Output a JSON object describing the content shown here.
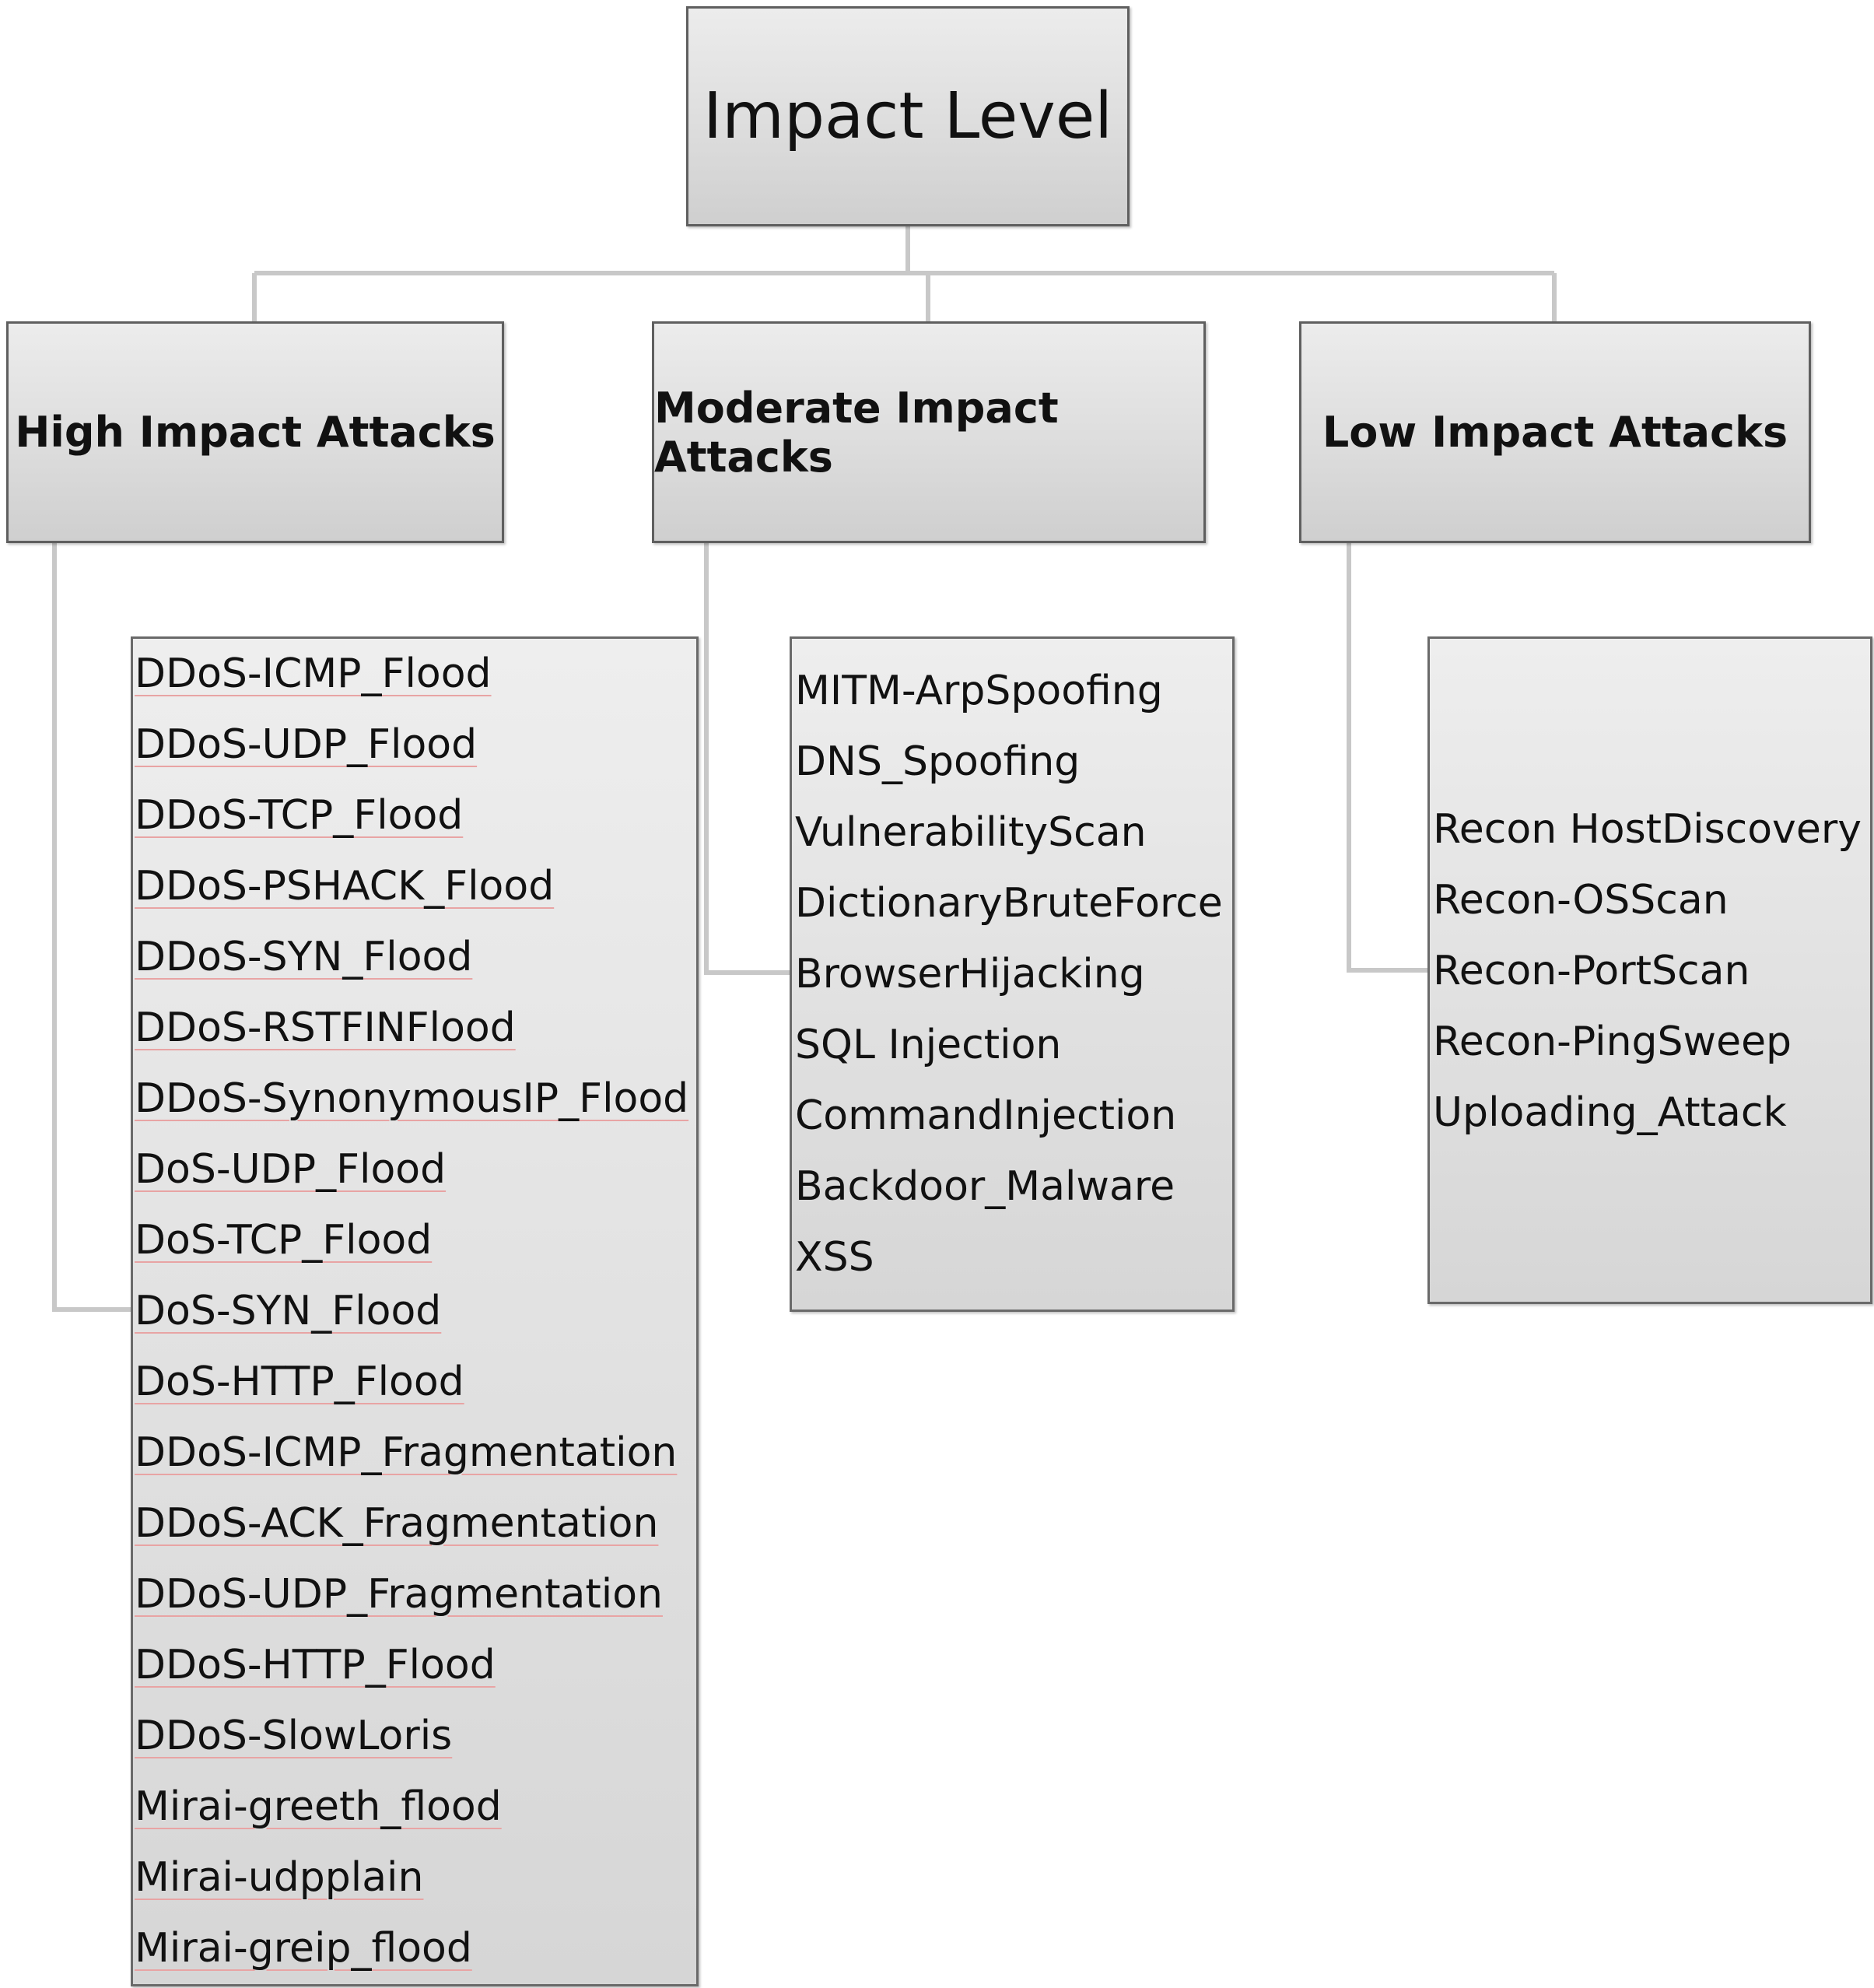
{
  "root": {
    "label": "Impact Level"
  },
  "categories": {
    "high": {
      "label": "High Impact Attacks",
      "items": [
        "DDoS-ICMP_Flood",
        "DDoS-UDP_Flood",
        "DDoS-TCP_Flood",
        "DDoS-PSHACK_Flood",
        "DDoS-SYN_Flood",
        "DDoS-RSTFINFlood",
        "DDoS-SynonymousIP_Flood",
        "DoS-UDP_Flood",
        "DoS-TCP_Flood",
        "DoS-SYN_Flood",
        "DoS-HTTP_Flood",
        "DDoS-ICMP_Fragmentation",
        "DDoS-ACK_Fragmentation",
        "DDoS-UDP_Fragmentation",
        "DDoS-HTTP_Flood",
        "DDoS-SlowLoris",
        "Mirai-greeth_flood",
        "Mirai-udpplain",
        "Mirai-greip_flood"
      ]
    },
    "moderate": {
      "label": "Moderate Impact Attacks",
      "items": [
        "MITM-ArpSpoofing",
        "DNS_Spoofing",
        "VulnerabilityScan",
        "DictionaryBruteForce",
        "BrowserHijacking",
        "SQL Injection",
        "CommandInjection",
        "Backdoor_Malware",
        "XSS"
      ]
    },
    "low": {
      "label": "Low Impact Attacks",
      "items": [
        "Recon  HostDiscovery",
        "Recon-OSScan",
        "Recon-PortScan",
        "Recon-PingSweep",
        "Uploading_Attack"
      ]
    }
  },
  "colors": {
    "connector": "#c8c8c8",
    "box_border": "#5f5f5f",
    "text": "#111111"
  }
}
